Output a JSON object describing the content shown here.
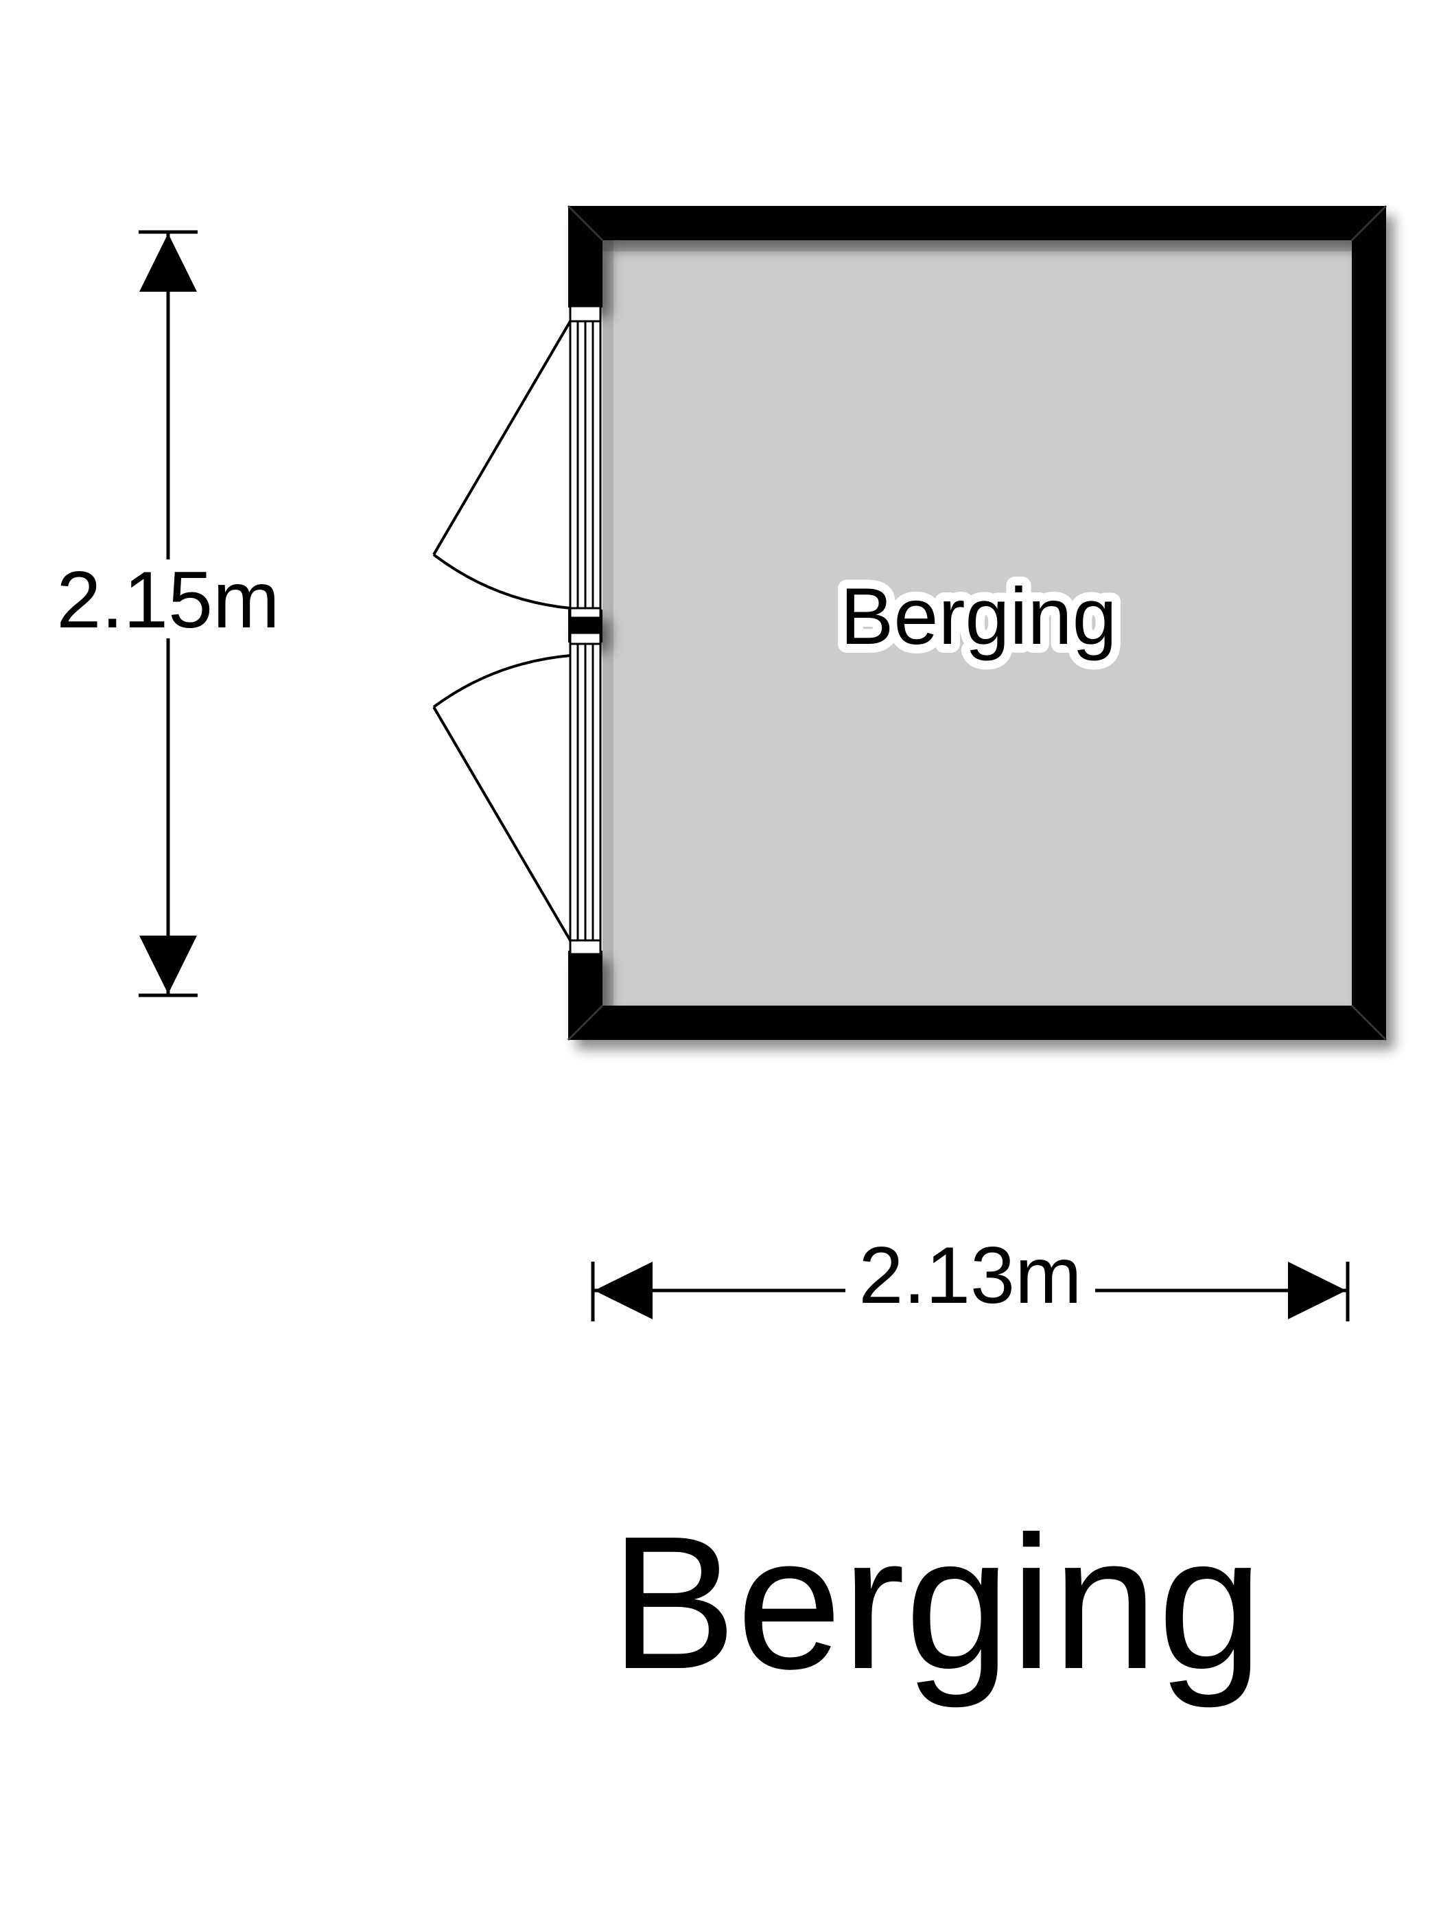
{
  "room": {
    "label": "Berging",
    "floor_color": "#cccccc",
    "wall_color": "#000000"
  },
  "dimensions": {
    "height_label": "2.15m",
    "width_label": "2.13m"
  },
  "floor": {
    "title": "Berging"
  }
}
